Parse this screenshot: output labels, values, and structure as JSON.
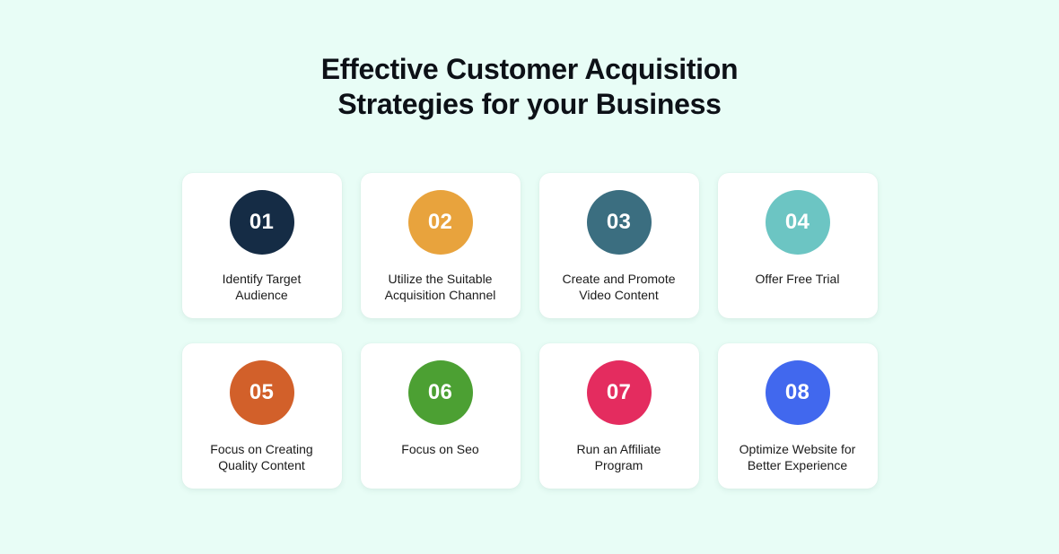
{
  "background_color": "#e8fdf6",
  "header": {
    "title": "Effective Customer Acquisition\nStrategies for your Business",
    "title_color": "#0d1117"
  },
  "cards": [
    {
      "number": "01",
      "label": "Identify Target\nAudience",
      "color": "#152c45"
    },
    {
      "number": "02",
      "label": "Utilize the Suitable\nAcquisition Channel",
      "color": "#e8a33d"
    },
    {
      "number": "03",
      "label": "Create and Promote\nVideo Content",
      "color": "#3b6e80"
    },
    {
      "number": "04",
      "label": "Offer Free Trial",
      "color": "#6cc5c3"
    },
    {
      "number": "05",
      "label": "Focus on Creating\nQuality Content",
      "color": "#d2602a"
    },
    {
      "number": "06",
      "label": "Focus on Seo",
      "color": "#4ca033"
    },
    {
      "number": "07",
      "label": "Run an Affiliate\nProgram",
      "color": "#e42c5f"
    },
    {
      "number": "08",
      "label": "Optimize Website for\nBetter Experience",
      "color": "#4168ee"
    }
  ]
}
